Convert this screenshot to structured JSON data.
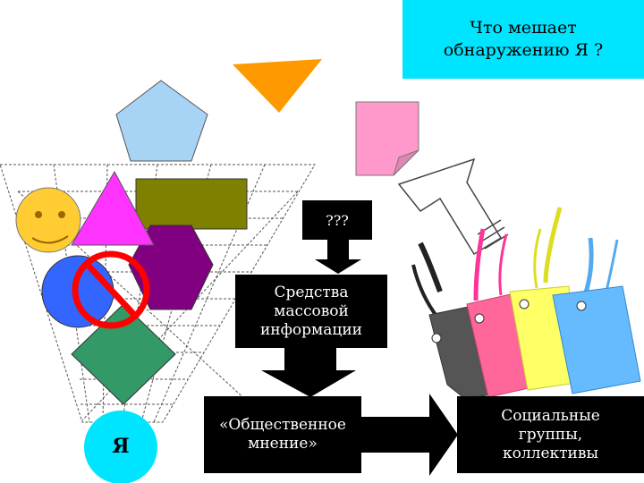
{
  "title": "Что мешает\nобнаружению Я ?",
  "question_box": "???",
  "media_box": "Средства\nмассовой\nинформации",
  "opinion_box": "«Общественное\nмнение»",
  "groups_box": "Социальные\nгруппы,\nколлективы",
  "self_label": "Я",
  "colors": {
    "title_bg": "#00e5ff",
    "box_bg": "#000000",
    "pentagon": "#a7d3f5",
    "orange_triangle": "#ff9900",
    "pink_note": "#ff99cc",
    "olive_rect": "#808000",
    "magenta_triangle": "#ff33ff",
    "purple_hexagon": "#800080",
    "smiley": "#ffcc33",
    "blue_circle": "#3366ff",
    "green_diamond": "#339966",
    "cyan_circle": "#00e5ff",
    "no_sign": "#ff0000"
  }
}
